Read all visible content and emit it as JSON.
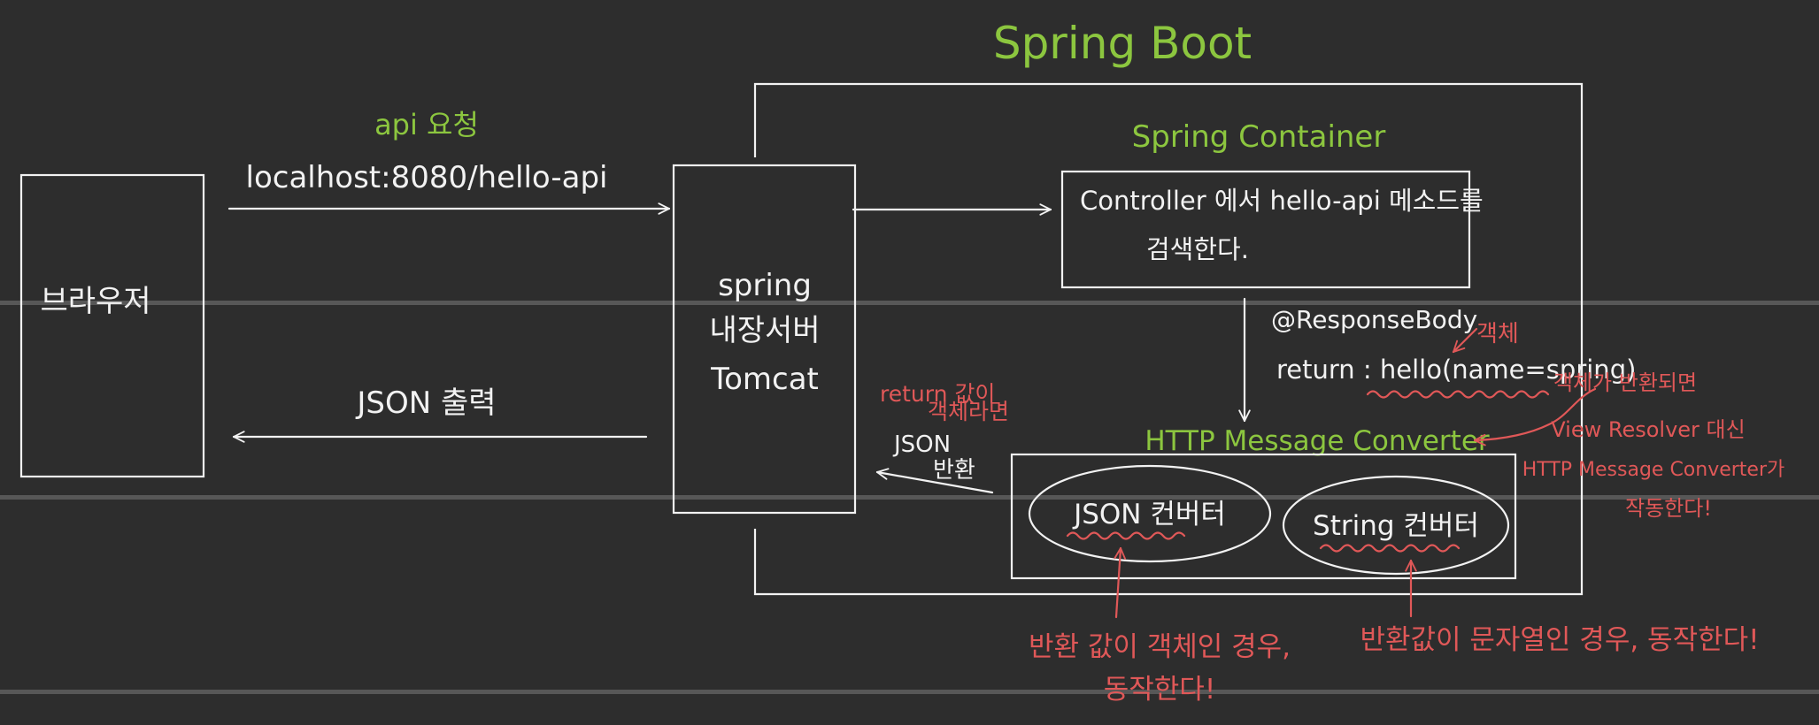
{
  "title": "Spring Boot",
  "browser": {
    "label": "브라우저"
  },
  "request": {
    "label": "api 요청",
    "url": "localhost:8080/hello-api"
  },
  "response": {
    "label": "JSON 출력"
  },
  "server": {
    "line1": "spring",
    "line2": "내장서버",
    "line3": "Tomcat"
  },
  "container": {
    "label": "Spring Container",
    "controller_line1": "Controller 에서 hello-api 메소드를",
    "controller_line2": "검색한다."
  },
  "code": {
    "annotation": "@ResponseBody",
    "return_stmt": "return : hello(name=spring)",
    "object_note": "객체"
  },
  "converter": {
    "label": "HTTP Message Converter",
    "json": "JSON 컨버터",
    "string": "String 컨버터"
  },
  "return_note": {
    "line1": "return 값이",
    "line2": "객체라면"
  },
  "json_return": {
    "line1": "JSON",
    "line2": "반환"
  },
  "side_note": {
    "line1": "객체가 반환되면",
    "line2": "View Resolver 대신",
    "line3": "HTTP Message Converter가",
    "line4": "작동한다!"
  },
  "json_note": {
    "line1": "반환 값이 객체인 경우,",
    "line2": "동작한다!"
  },
  "string_note": "반환값이 문자열인 경우, 동작한다!",
  "colors": {
    "background": "#2d2d2d",
    "white": "#f2f2f2",
    "green": "#8cc63f",
    "red": "#e05858"
  }
}
